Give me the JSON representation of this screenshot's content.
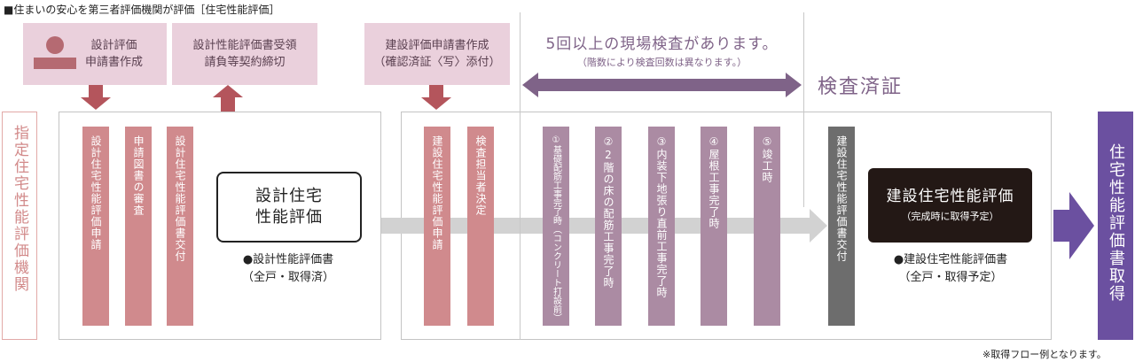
{
  "title": "■住まいの安心を第三者評価機関が評価［住宅性能評価］",
  "left_label": "指定住宅性能評価機関",
  "top_boxes": {
    "box1_line1": "設計評価",
    "box1_line2": "申請書作成",
    "box2_line1": "設計性能評価書受領",
    "box2_line2": "請負等契約締切",
    "box3_line1": "建設評価申請書作成",
    "box3_line2": "（確認済証〈写〉添付）"
  },
  "inspection": {
    "headline": "5回以上の現場検査があります。",
    "subline": "（階数により検査回数は異なります。）"
  },
  "certified_label": "検査済証",
  "design_bars": [
    "設計住宅性能評価申請",
    "申請図書の審査",
    "設計住宅性能評価書交付"
  ],
  "design_result": {
    "line1": "設計住宅",
    "line2": "性能評価",
    "doc_line1": "●設計性能評価書",
    "doc_line2": "（全戸・取得済）"
  },
  "construction_bars": [
    "建設住宅性能評価申請",
    "検査担当者決定"
  ],
  "inspection_bars": [
    "①基礎配筋工事完了時（コンクリート打設前）",
    "②2階の床の配筋工事完了時",
    "③内装下地張り直前工事完了時",
    "④屋根工事完了時",
    "⑤竣工時"
  ],
  "issue_bar": "建設住宅性能評価書交付",
  "construction_result": {
    "line1": "建設住宅性能評価",
    "line2": "（完成時に取得予定）",
    "doc_line1": "●建設住宅性能評価書",
    "doc_line2": "（全戸・取得予定）"
  },
  "final_label": "住宅性能評価書取得",
  "footnote": "※取得フロー例となります。",
  "colors": {
    "pink_box": "#ead0dc",
    "pink_bar": "#d08a8d",
    "purple_bar": "#ab8ba3",
    "gray_bar": "#6d6d6d",
    "accent_purple": "#6b50a0",
    "arrow_red": "#b4555c"
  },
  "icons": {
    "person": "person-icon"
  }
}
